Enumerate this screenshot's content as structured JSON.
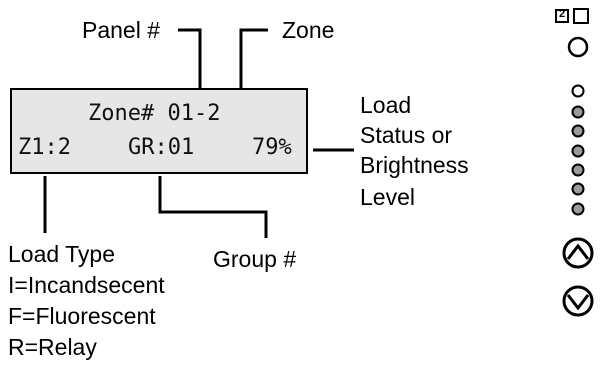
{
  "labels": {
    "panel": "Panel #",
    "zone": "Zone",
    "load_status": [
      "Load",
      "Status or",
      "Brightness",
      "Level"
    ],
    "group": "Group #",
    "load_type": [
      "Load Type",
      "I=Incandsecent",
      "F=Fluorescent",
      "R=Relay"
    ]
  },
  "lcd": {
    "line1": "Zone# 01-2",
    "line2_left": "Z1:2",
    "line2_mid": "GR:01",
    "line2_right": "79%"
  },
  "keypad": {
    "top_left_box": "2"
  }
}
